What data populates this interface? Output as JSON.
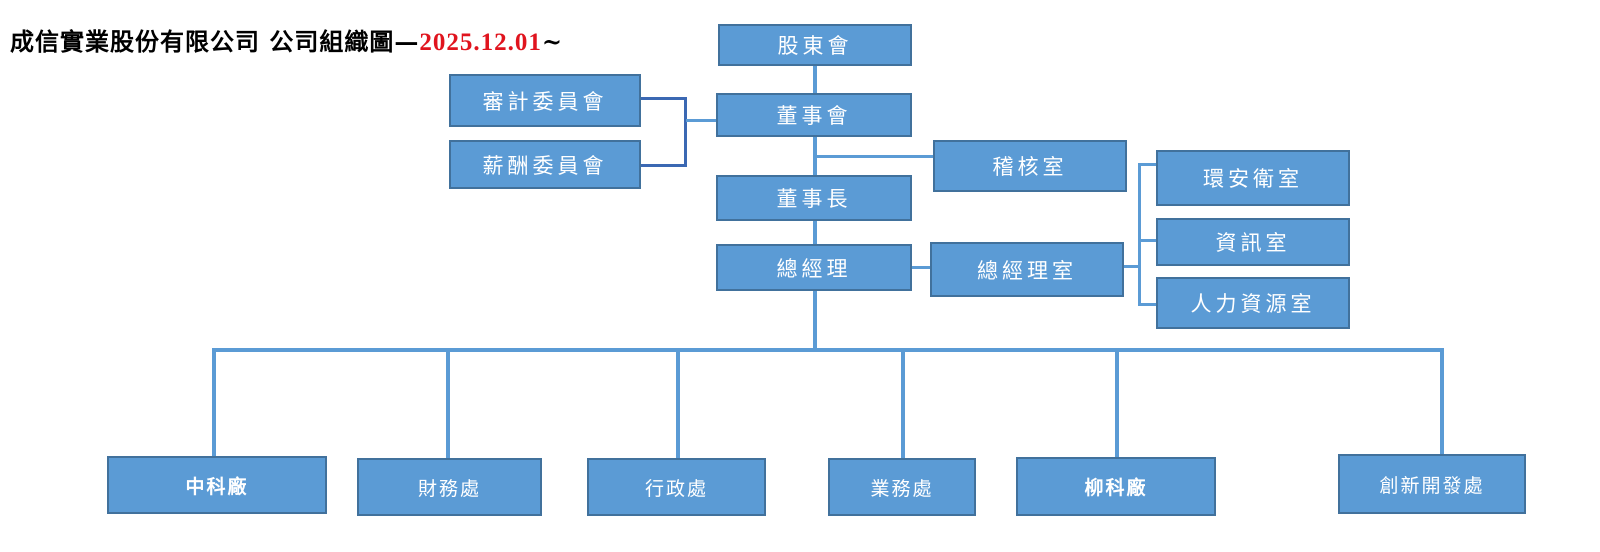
{
  "title": {
    "text": "成信實業股份有限公司 公司組織圖—",
    "date": "2025.12.01",
    "suffix": "~"
  },
  "nodes": {
    "shareholders": "股東會",
    "audit_committee": "審計委員會",
    "remuneration_committee": "薪酬委員會",
    "board": "董事會",
    "internal_audit": "稽核室",
    "chairman": "董事長",
    "general_manager": "總經理",
    "gm_office": "總經理室",
    "ehs_office": "環安衛室",
    "it_office": "資訊室",
    "hr_office": "人力資源室",
    "ctsp_plant": "中科廠",
    "finance": "財務處",
    "administration": "行政處",
    "sales": "業務處",
    "liuying_plant": "柳科廠",
    "innovation": "創新開發處"
  },
  "colors": {
    "box": "#5b9bd5",
    "border": "#41719c",
    "date": "#e0141e"
  }
}
